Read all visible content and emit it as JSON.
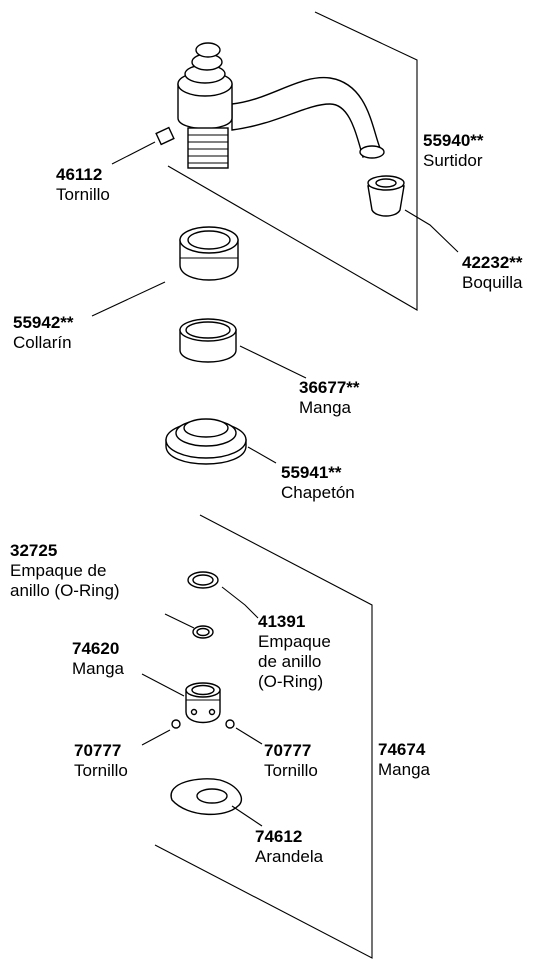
{
  "parts": [
    {
      "id": "p46112",
      "number": "46112",
      "name": "Tornillo"
    },
    {
      "id": "p55940",
      "number": "55940**",
      "name": "Surtidor"
    },
    {
      "id": "p42232",
      "number": "42232**",
      "name": "Boquilla"
    },
    {
      "id": "p55942",
      "number": "55942**",
      "name": "Collarín"
    },
    {
      "id": "p36677",
      "number": "36677**",
      "name": "Manga"
    },
    {
      "id": "p55941",
      "number": "55941**",
      "name": "Chapetón"
    },
    {
      "id": "p32725",
      "number": "32725",
      "name": "Empaque de\nanillo (O-Ring)"
    },
    {
      "id": "p41391",
      "number": "41391",
      "name": "Empaque\nde anillo\n(O-Ring)"
    },
    {
      "id": "p74620",
      "number": "74620",
      "name": "Manga"
    },
    {
      "id": "p70777a",
      "number": "70777",
      "name": "Tornillo"
    },
    {
      "id": "p70777b",
      "number": "70777",
      "name": "Tornillo"
    },
    {
      "id": "p74674",
      "number": "74674",
      "name": "Manga"
    },
    {
      "id": "p74612",
      "number": "74612",
      "name": "Arandela"
    }
  ]
}
